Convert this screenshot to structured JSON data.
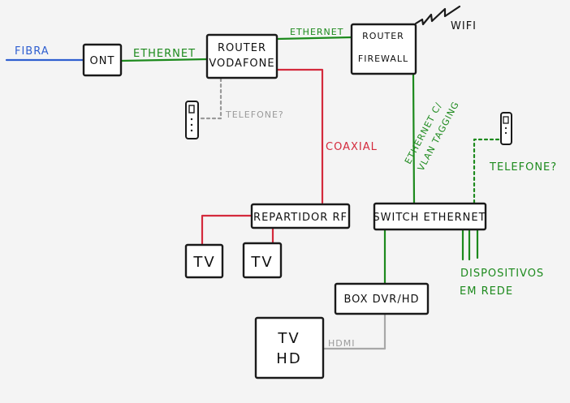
{
  "nodes": {
    "ont": "ONT",
    "router_vodafone": [
      "ROUTER",
      "VODAFONE"
    ],
    "router_firewall": [
      "ROUTER",
      "FIREWALL"
    ],
    "repartidor": "REPARTIDOR RF",
    "switch": "SWITCH ETHERNET",
    "tv1": "TV",
    "tv2": "TV",
    "box": "BOX DVR/HD",
    "tv_hd": [
      "TV",
      "HD"
    ]
  },
  "edge_labels": {
    "fibra": "FIBRA",
    "ethernet_1": "ETHERNET",
    "ethernet_2": "ETHERNET",
    "telefone_1": "TELEFONE?",
    "coaxial": "COAXIAL",
    "ethernet_vlan": [
      "ETHERNET C/",
      "VLAN TAGGING"
    ],
    "wifi": "WIFI",
    "telefone_2": "TELEFONE?",
    "dispositivos": [
      "DISPOSITIVOS",
      "EM REDE"
    ],
    "hdmi": "HDMI"
  },
  "colors": {
    "fiber": "#2f5fd0",
    "ethernet": "#1d8a1d",
    "coaxial": "#d42a3c",
    "phone": "#9a9a9a",
    "hdmi": "#a8a8a8"
  }
}
